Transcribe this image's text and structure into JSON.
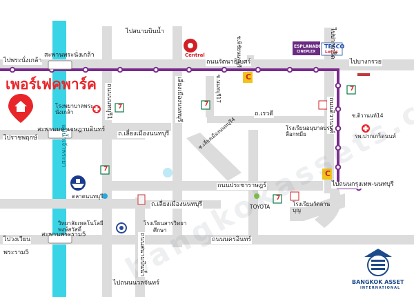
{
  "map": {
    "project_name": "เพอร์เฟคพาร์ค",
    "watermark": "bangkokassets.com",
    "roads": {
      "top_to_airport": "ไปสนามบินน้ำ",
      "phra_nang_klao_left": "ไปพระนั่งเกล้า",
      "phra_nang_klao_bridge": "สะพานพระนั่งเกล้า",
      "rattanathibet": "ถนนรัตนาธิเบศร์",
      "bang_kruai": "ไปบางกรวย",
      "to_pak_kret": "ไปปากเกร็ด",
      "nonthaburi1": "ถนนนนทบุรี1",
      "liang_muang_vertical": "เลี่ยงเมืองนนทบุรี",
      "soi_nonthaburi17": "ซ.นนทบุรี17",
      "soi_phichai": "ซ.พิชัยนนทบุรี",
      "tiwanon_vertical": "ถนนติวานนท์",
      "soi_tiwanon14": "ซ.ติวานนท์14",
      "jessadabodin_bridge": "สะพานมหาเจษฎาบดินทร์",
      "to_ratchaphruek": "ไปราชพฤกษ์",
      "liang_muang_mid": "ถ.เลี่ยงเมืองนนทบุรี",
      "soi_liang_muang4": "ซ.เลี่ยงเมืองนนทบุรี4",
      "rewadee": "ถ.เรวดี",
      "prachachuen": "ถนนประชาราษฎร์",
      "liang_muang_bottom": "ถ.เลี่ยงเมืองนนทบุรี",
      "to_bangkok_nonthaburi": "ไปถนนกรุงเทพ-นนทบุรี",
      "phra_ram5_bridge": "สะพานพระราม5",
      "to_bang_khwang": "ไปวงเวียน",
      "phra_ram5": "พระราม5",
      "sanambinnam_vertical": "ถนนสนามบินน้ำ",
      "nakhon_in": "ถนนนครอินทร์",
      "to_nuan_chawi": "ไปถนนนวลจันทร์",
      "river": "แม่น้ำเจ้าพระยา"
    },
    "places": {
      "hospital_left": "โรงพยาบาลพระนั่งเกล้า",
      "hospital_right": "รพ.ปากเกร็ดนนท์",
      "school_right": "โรงเรียนอนุบาลบรรลือกทมีย",
      "market": "ตลาดนนทบุรี",
      "college": "วิทยาลัยเทคโนโลยีพงษ์สวัสดิ์",
      "school_bottom": "โรงเรียนสารวิทยา",
      "school_bottom2": "ศึกษา",
      "toyota": "TOYOTA",
      "school_wat": "โรงเรียนวัดลานบุญ"
    },
    "brands": {
      "central": "Central",
      "esplanade": "ESPLANADE",
      "esplanade_sub": "CINEPLEX",
      "tesco": "TESCO",
      "tesco_sub": "Lotus",
      "big_c": "C",
      "seven": "7",
      "bangkok_asset": "BANGKOK ASSET",
      "bangkok_asset_sub": "INTERNATIONAL"
    },
    "colors": {
      "route": "#7a2a8c",
      "river": "#39d4e6",
      "road": "#dcdcdc",
      "title": "#e8262a"
    }
  }
}
